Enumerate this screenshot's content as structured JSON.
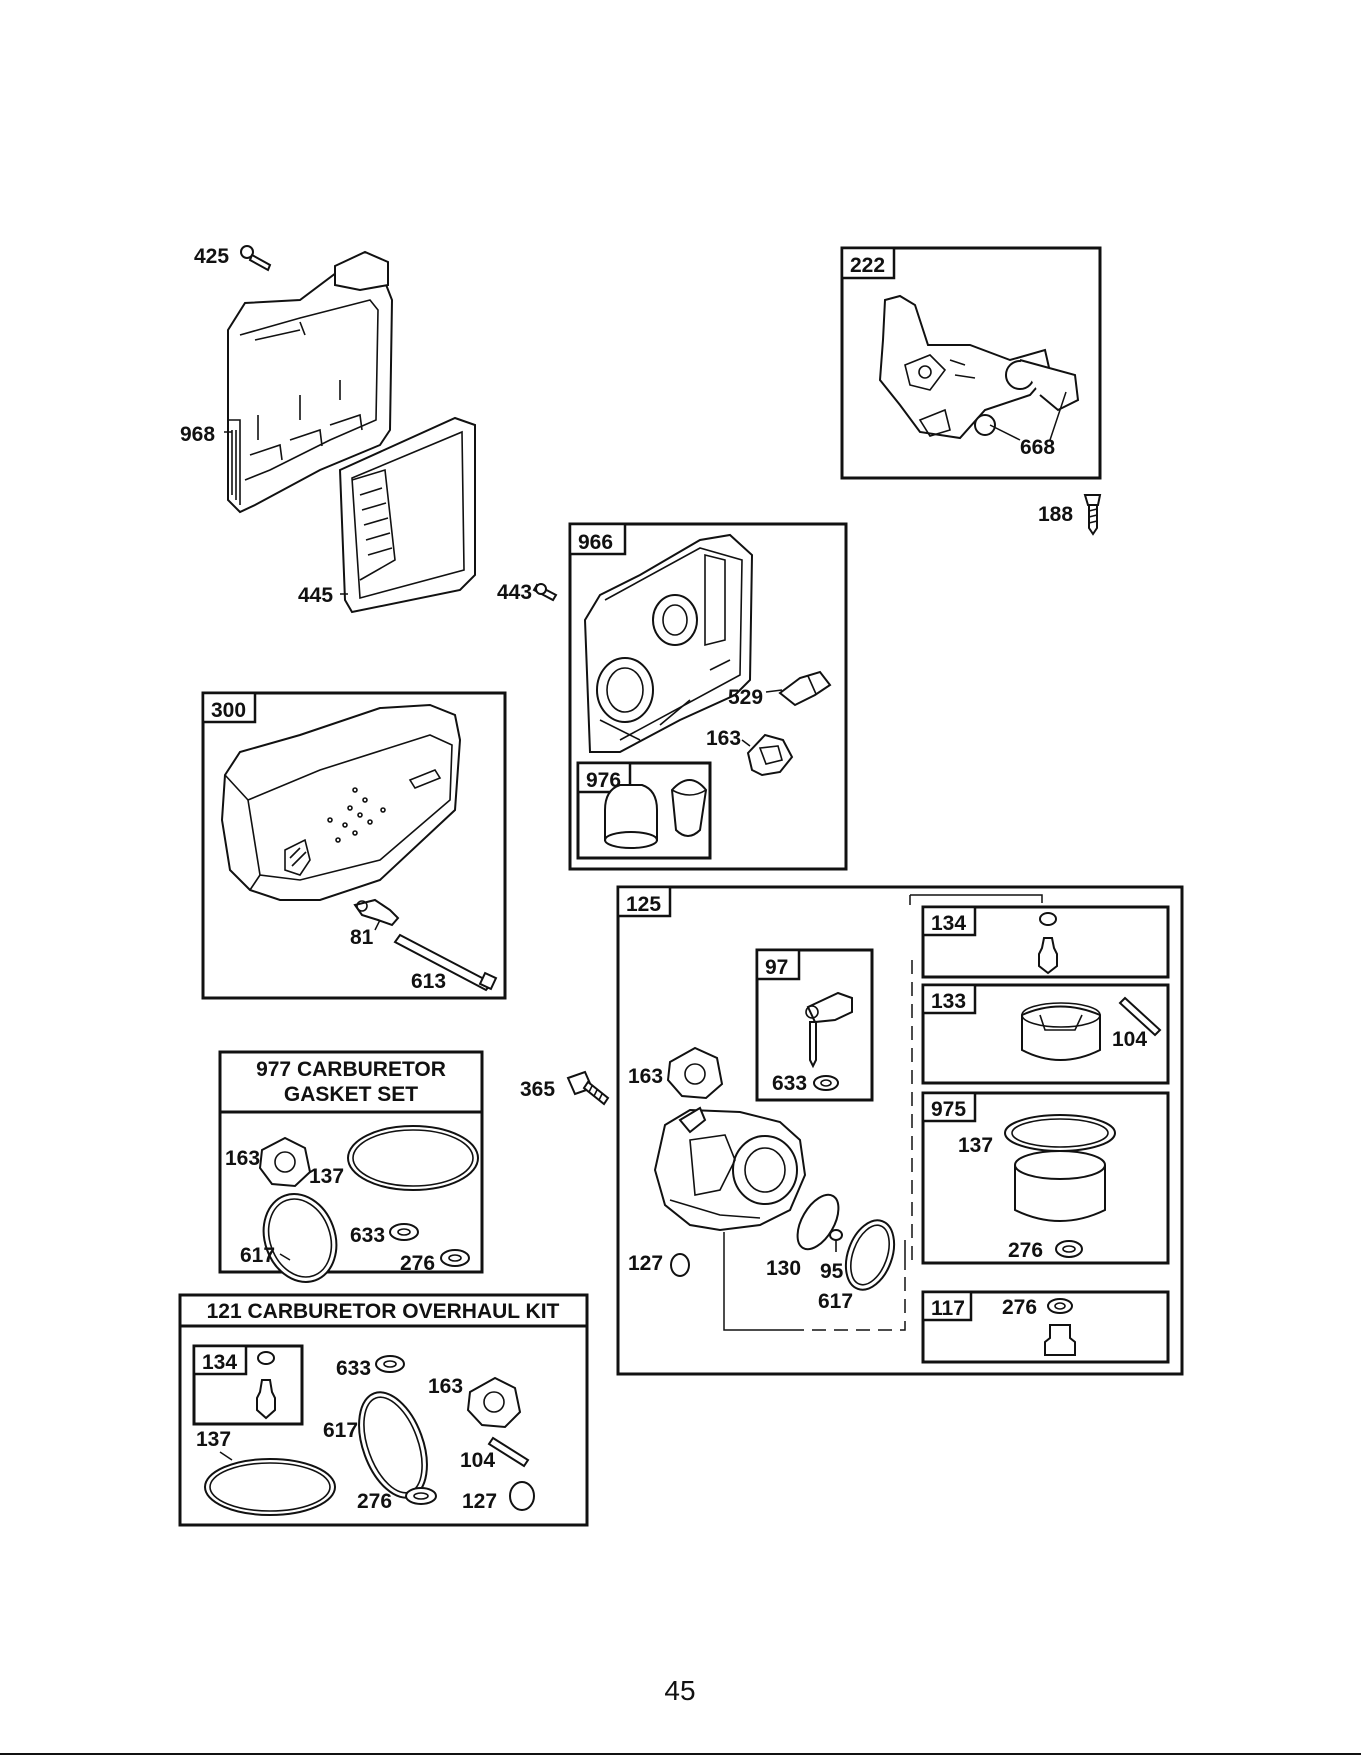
{
  "page_number": "45",
  "callouts": {
    "c425": "425",
    "c968": "968",
    "c445": "445",
    "c443": "443",
    "c222": "222",
    "c668": "668",
    "c188": "188",
    "c966": "966",
    "c529": "529",
    "c163_intake": "163",
    "c976": "976",
    "c300": "300",
    "c81": "81",
    "c613": "613",
    "c365": "365",
    "c125": "125",
    "c97": "97",
    "c163_carb": "163",
    "c633_carb": "633",
    "c127_carb": "127",
    "c130": "130",
    "c95": "95",
    "c617_carb": "617",
    "c134_top": "134",
    "c133": "133",
    "c104_float": "104",
    "c975": "975",
    "c137_bowl": "137",
    "c276_bowl": "276",
    "c117": "117",
    "c276_117": "276",
    "c163_gs": "163",
    "c137_gs": "137",
    "c617_gs": "617",
    "c633_gs": "633",
    "c276_gs": "276",
    "c134_kit": "134",
    "c633_kit": "633",
    "c163_kit": "163",
    "c617_kit": "617",
    "c137_kit": "137",
    "c104_kit": "104",
    "c276_kit": "276",
    "c127_kit": "127"
  },
  "kits": {
    "gasket_set_line1": "977 CARBURETOR",
    "gasket_set_line2": "GASKET SET",
    "overhaul_kit": "121 CARBURETOR OVERHAUL KIT"
  }
}
